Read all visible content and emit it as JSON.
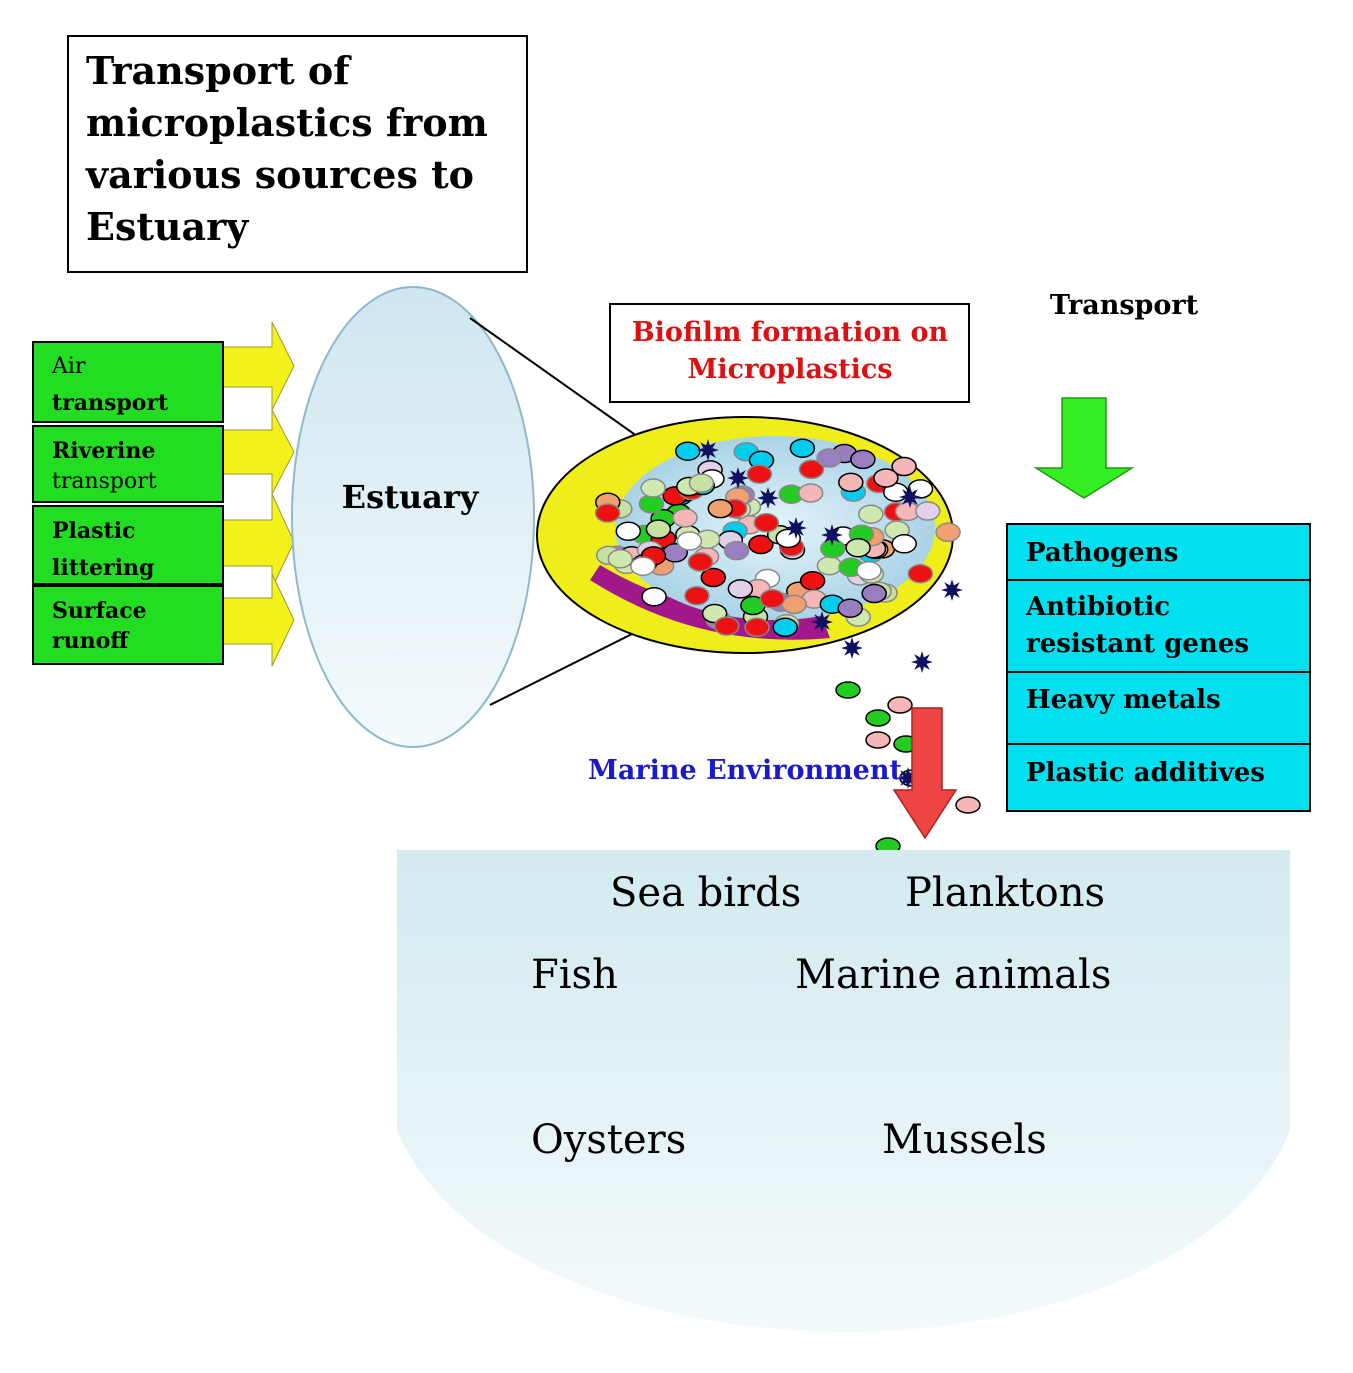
{
  "title_lines": [
    "Transport of",
    "microplastics from",
    "various sources to",
    "Estuary"
  ],
  "sources": [
    {
      "line1": "Air",
      "line2": "transport"
    },
    {
      "line1": "Riverine",
      "line2": "transport"
    },
    {
      "line1": "Plastic",
      "line2": "littering"
    },
    {
      "line1": "Surface",
      "line2": "runoff"
    }
  ],
  "estuary_label": "Estuary",
  "biofilm_lines": [
    "Biofilm formation on",
    "Microplastics"
  ],
  "transport_label": "Transport",
  "contaminants": [
    {
      "line1": "Pathogens",
      "line2": ""
    },
    {
      "line1": "Antibiotic",
      "line2": "resistant genes"
    },
    {
      "line1": "Heavy metals",
      "line2": ""
    },
    {
      "line1": "Plastic additives",
      "line2": ""
    }
  ],
  "marine_label": "Marine Environment",
  "organisms": {
    "sea_birds": "Sea birds",
    "planktons": "Planktons",
    "fish": "Fish",
    "marine_animals": "Marine animals",
    "oysters": "Oysters",
    "mussels": "Mussels"
  },
  "colors": {
    "source_box": "#22dd22",
    "yellow_arrow": "#f2f21a",
    "green_arrow": "#33ee22",
    "red_arrow": "#ee4444",
    "cyan_box": "#00e0ee",
    "biofilm_text": "#dd1111",
    "marine_text": "#1a1acc"
  }
}
